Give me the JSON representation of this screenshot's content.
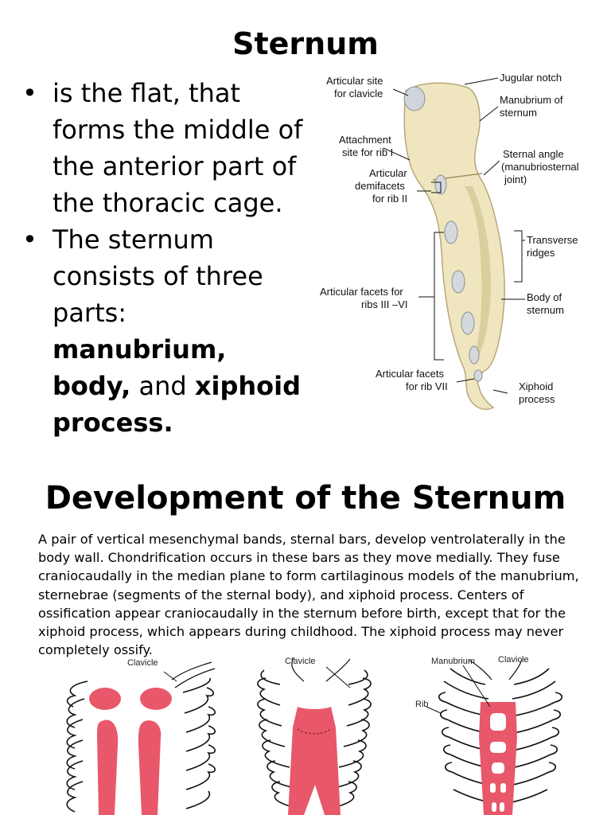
{
  "slide1": {
    "title": "Sternum",
    "bullet1": "is the flat, that forms the middle of the anterior part of the thoracic cage.",
    "bullet2_prefix": "The sternum consists of three parts: ",
    "bullet2_bold1": "manubrium,",
    "bullet2_bold2": "body,",
    "bullet2_and": " and ",
    "bullet2_bold3": "xiphoid process."
  },
  "sternum_figure": {
    "labels": {
      "articular_site_1": "Articular site",
      "articular_site_2": "for clavicle",
      "jugular_notch": "Jugular notch",
      "manubrium_1": "Manubrium of",
      "manubrium_2": "sternum",
      "attachment_1": "Attachment",
      "attachment_2": "site for rib I",
      "sternal_angle_1": "Sternal angle",
      "sternal_angle_2": "(manubriosternal",
      "sternal_angle_3": "joint)",
      "demifacets_1": "Articular",
      "demifacets_2": "demifacets",
      "demifacets_3": "for rib II",
      "transverse_1": "Transverse",
      "transverse_2": "ridges",
      "facets_3_6_1": "Articular facets for",
      "facets_3_6_2": "ribs III –VI",
      "body_1": "Body of",
      "body_2": "sternum",
      "facets_7_1": "Articular facets",
      "facets_7_2": "for rib VII",
      "xiphoid_1": "Xiphoid",
      "xiphoid_2": "process"
    }
  },
  "slide2": {
    "title": "Development of the Sternum",
    "paragraph": "A pair of vertical mesenchymal bands, sternal bars, develop ventrolaterally in the body wall. Chondrification occurs in these bars as they move medially. They fuse craniocaudally in the median plane to form cartilaginous models of the manubrium, sternebrae (segments of the sternal body), and xiphoid process. Centers of ossification appear craniocaudally in the sternum before birth, except that for the xiphoid process, which appears during childhood. The xiphoid process may never completely ossify."
  },
  "development_figure": {
    "clavicle_a": "Clavicle",
    "clavicle_b": "Clavicle",
    "manubrium": "Manubrium",
    "clavicle_c": "Clavicle",
    "rib": "Rib"
  },
  "colors": {
    "cartilage": "#e8586a",
    "bone": "#efe6bf",
    "bone_shade": "#d2c392"
  }
}
